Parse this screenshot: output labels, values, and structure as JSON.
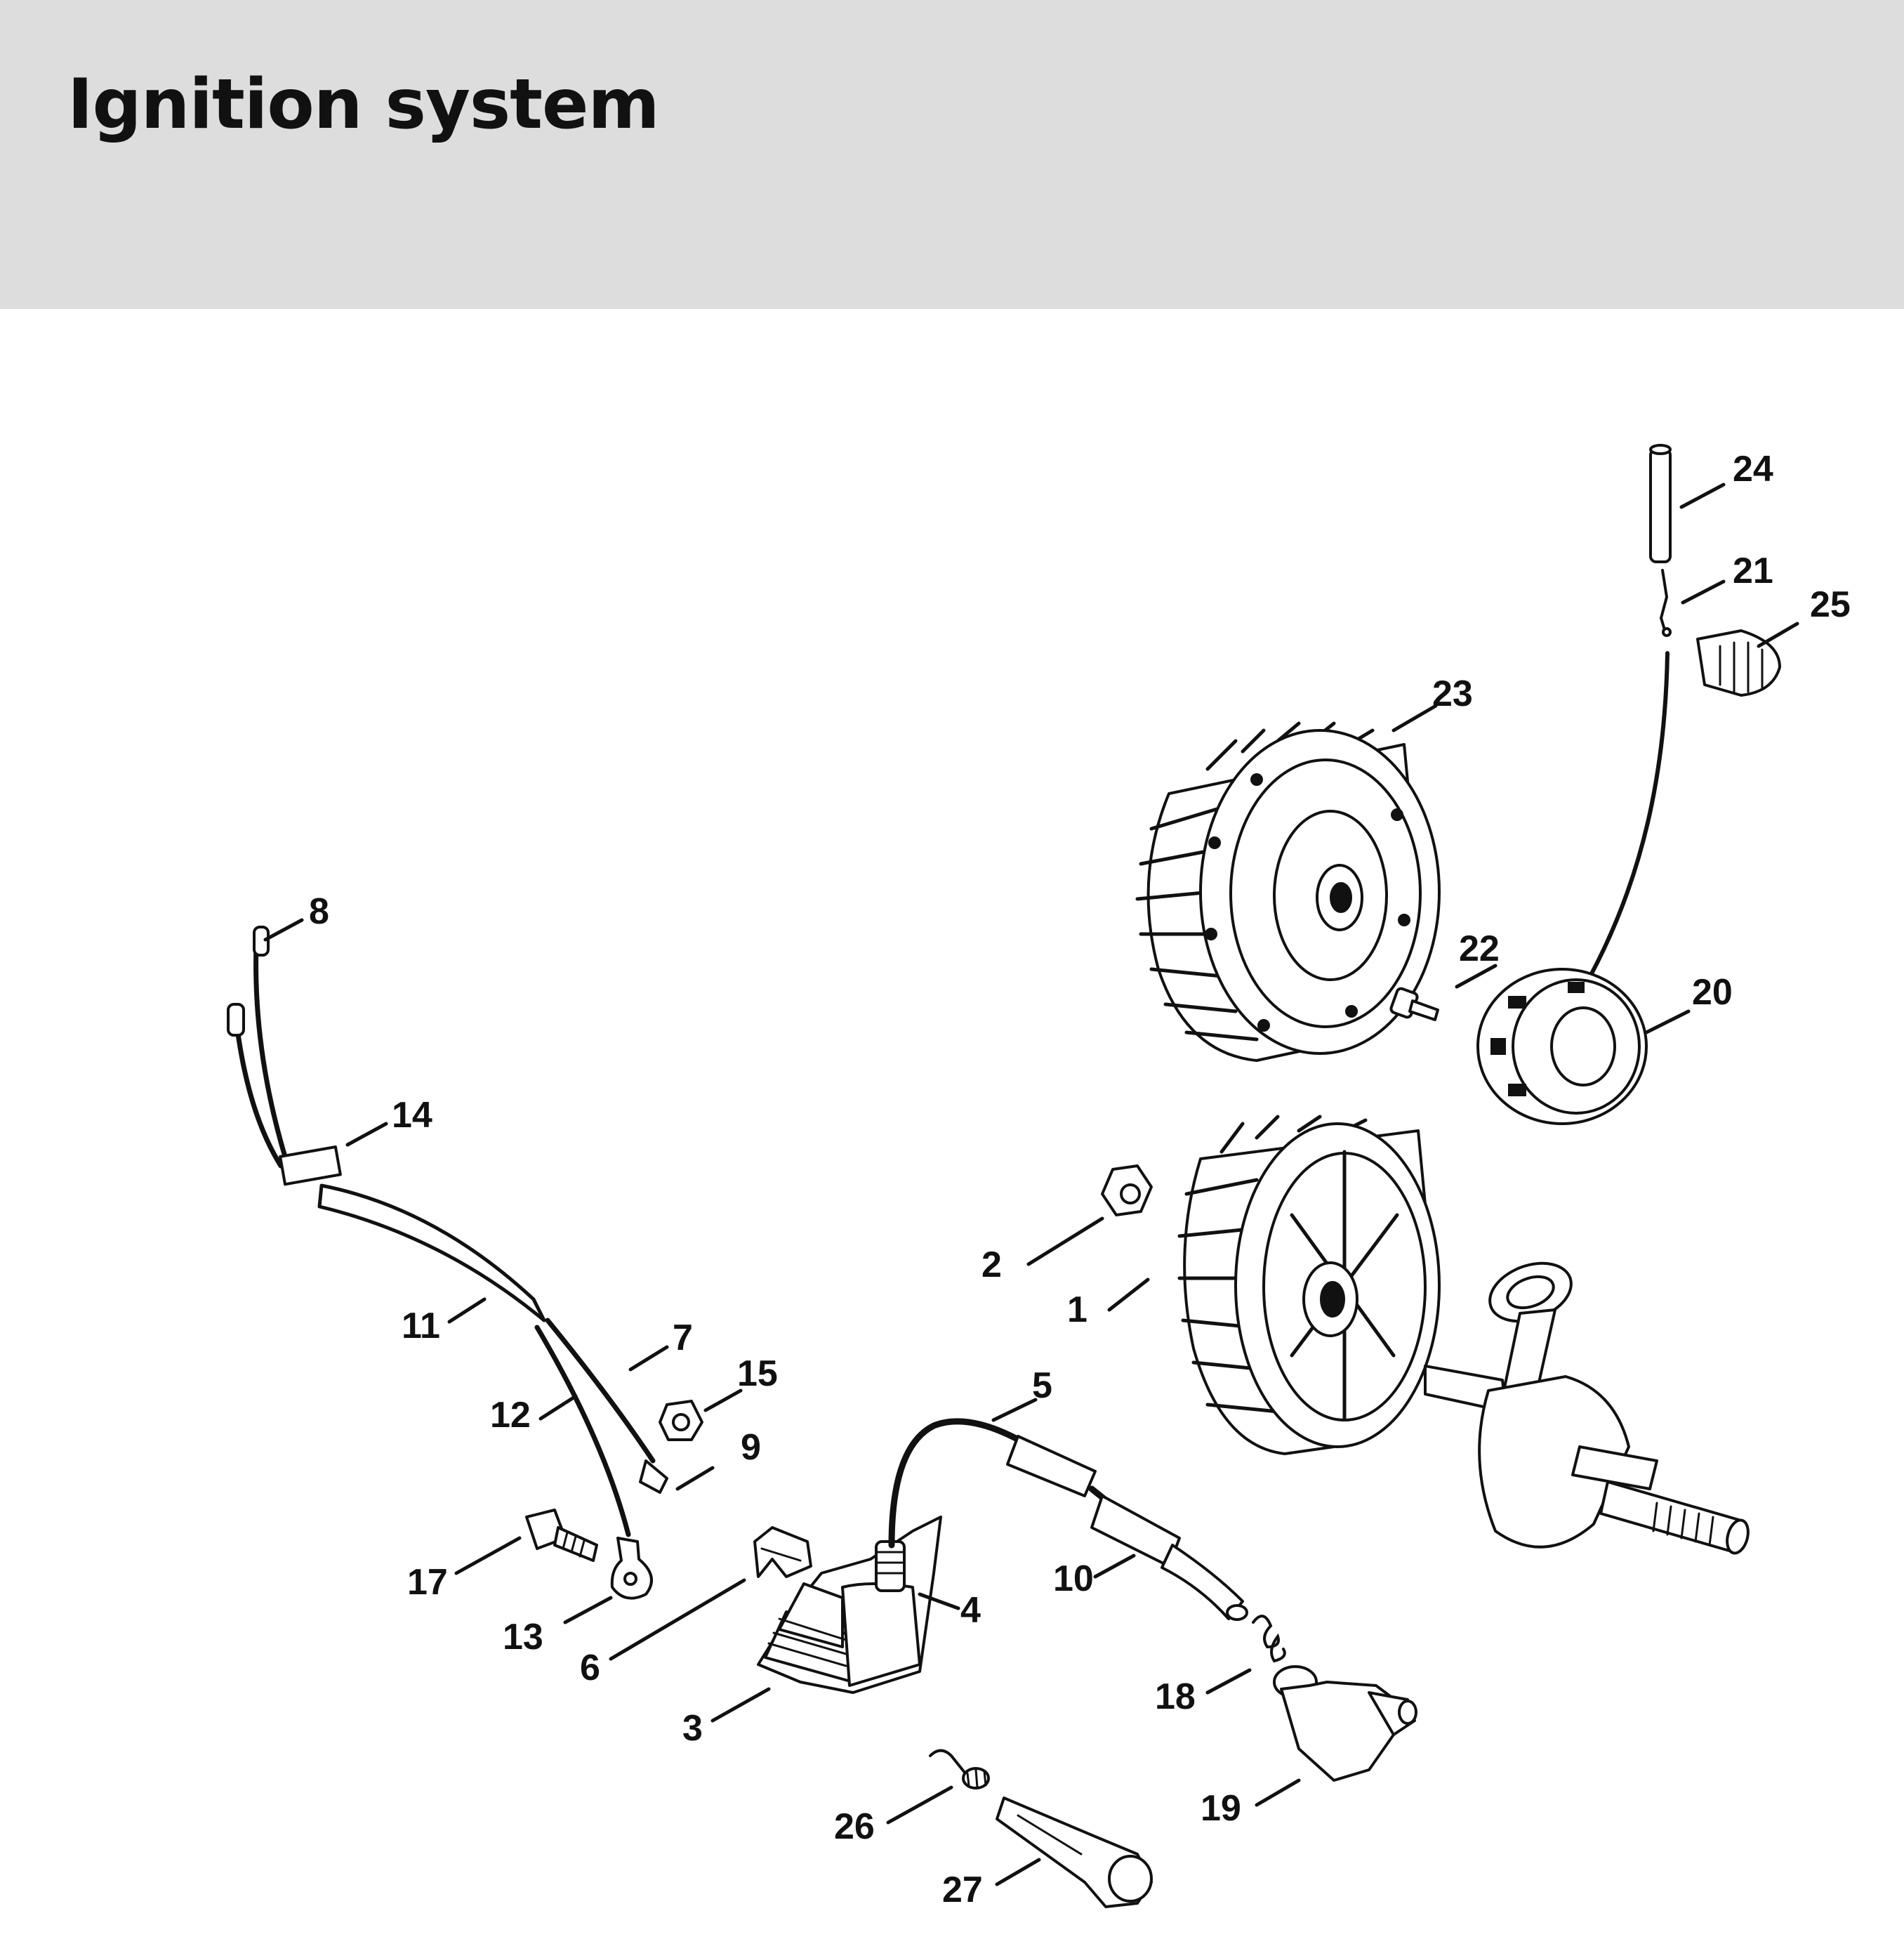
{
  "header": {
    "title": "Ignition system"
  },
  "parts": [
    {
      "id": "1",
      "label": "1"
    },
    {
      "id": "2",
      "label": "2"
    },
    {
      "id": "3",
      "label": "3"
    },
    {
      "id": "4",
      "label": "4"
    },
    {
      "id": "5",
      "label": "5"
    },
    {
      "id": "6",
      "label": "6"
    },
    {
      "id": "7",
      "label": "7"
    },
    {
      "id": "8",
      "label": "8"
    },
    {
      "id": "9",
      "label": "9"
    },
    {
      "id": "10",
      "label": "10"
    },
    {
      "id": "11",
      "label": "11"
    },
    {
      "id": "12",
      "label": "12"
    },
    {
      "id": "13",
      "label": "13"
    },
    {
      "id": "14",
      "label": "14"
    },
    {
      "id": "15",
      "label": "15"
    },
    {
      "id": "17",
      "label": "17"
    },
    {
      "id": "18",
      "label": "18"
    },
    {
      "id": "19",
      "label": "19"
    },
    {
      "id": "20",
      "label": "20"
    },
    {
      "id": "21",
      "label": "21"
    },
    {
      "id": "22",
      "label": "22"
    },
    {
      "id": "23",
      "label": "23"
    },
    {
      "id": "24",
      "label": "24"
    },
    {
      "id": "25",
      "label": "25"
    },
    {
      "id": "26",
      "label": "26"
    },
    {
      "id": "27",
      "label": "27"
    }
  ]
}
